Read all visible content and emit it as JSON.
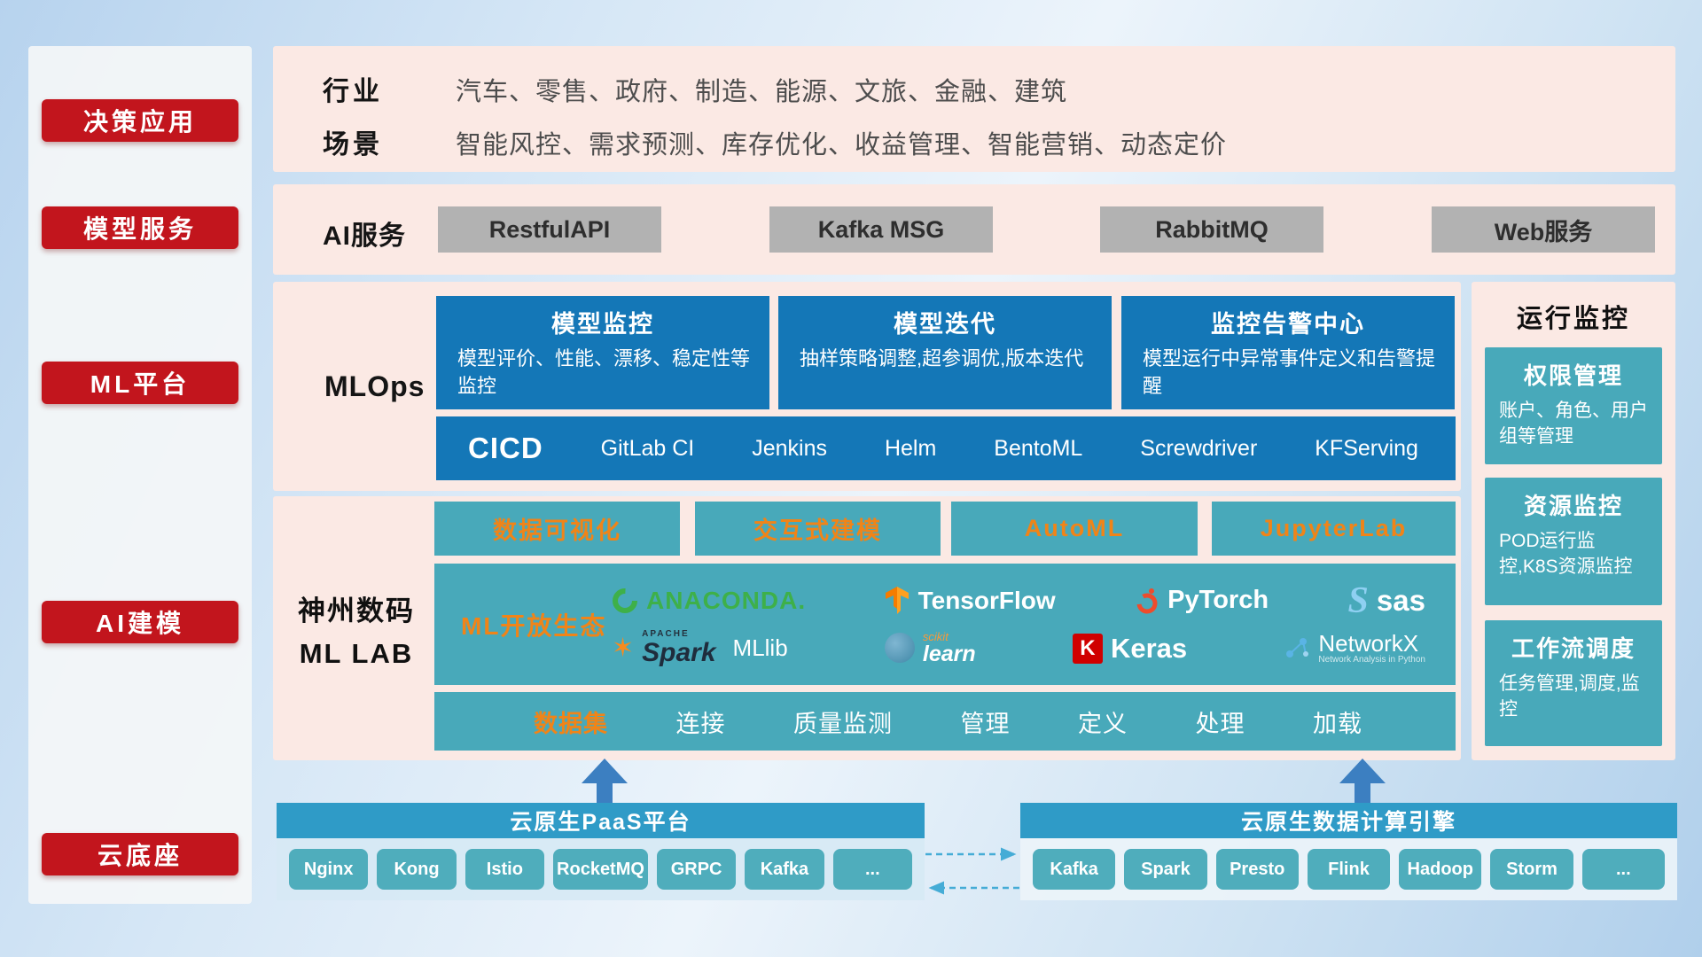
{
  "sidebar": {
    "items": [
      {
        "label": "决策应用"
      },
      {
        "label": "模型服务"
      },
      {
        "label": "ML平台"
      },
      {
        "label": "AI建模"
      },
      {
        "label": "云底座"
      }
    ]
  },
  "industry": {
    "row1_label": "行业",
    "row1_text": "汽车、零售、政府、制造、能源、文旅、金融、建筑",
    "row2_label": "场景",
    "row2_text": "智能风控、需求预测、库存优化、收益管理、智能营销、动态定价"
  },
  "ai_service": {
    "label": "AI服务",
    "items": [
      "RestfulAPI",
      "Kafka MSG",
      "RabbitMQ",
      "Web服务"
    ]
  },
  "mlops": {
    "label": "MLOps",
    "cards": [
      {
        "title": "模型监控",
        "body": "模型评价、性能、漂移、稳定性等监控"
      },
      {
        "title": "模型迭代",
        "body": "抽样策略调整,超参调优,版本迭代"
      },
      {
        "title": "监控告警中心",
        "body": "模型运行中异常事件定义和告警提醒"
      }
    ],
    "cicd_label": "CICD",
    "cicd_tools": [
      "GitLab CI",
      "Jenkins",
      "Helm",
      "BentoML",
      "Screwdriver",
      "KFServing"
    ]
  },
  "monitor": {
    "title": "运行监控",
    "cards": [
      {
        "title": "权限管理",
        "body": "账户、角色、用户组等管理"
      },
      {
        "title": "资源监控",
        "body": "POD运行监控,K8S资源监控"
      },
      {
        "title": "工作流调度",
        "body": "任务管理,调度,监控"
      }
    ]
  },
  "mllab": {
    "label_line1": "神州数码",
    "label_line2": "ML LAB",
    "tools": [
      "数据可视化",
      "交互式建模",
      "AutoML",
      "JupyterLab"
    ],
    "eco_label": "ML开放生态",
    "logos": {
      "anaconda": "ANACONDA.",
      "tensorflow": "TensorFlow",
      "pytorch": "PyTorch",
      "sas_icon": "S",
      "sas": "sas",
      "spark_small": "APACHE",
      "spark": "Spark",
      "mllib": "MLlib",
      "sklearn_small": "scikit",
      "sklearn": "learn",
      "keras_letter": "K",
      "keras": "Keras",
      "networkx": "NetworkX",
      "networkx_sub": "Network Analysis in Python"
    },
    "dataset_label": "数据集",
    "dataset_items": [
      "连接",
      "质量监测",
      "管理",
      "定义",
      "处理",
      "加载"
    ]
  },
  "cloud": {
    "paas_title": "云原生PaaS平台",
    "paas_items": [
      "Nginx",
      "Kong",
      "Istio",
      "RocketMQ",
      "GRPC",
      "Kafka",
      "..."
    ],
    "engine_title": "云原生数据计算引擎",
    "engine_items": [
      "Kafka",
      "Spark",
      "Presto",
      "Flink",
      "Hadoop",
      "Storm",
      "..."
    ]
  },
  "colors": {
    "red": "#c2151d",
    "blue": "#1477b7",
    "teal": "#48a9ba",
    "orange": "#f08418",
    "pink_panel": "#fbe9e4",
    "gray_button": "#b2b2b2",
    "header_blue": "#2f9bc7"
  }
}
